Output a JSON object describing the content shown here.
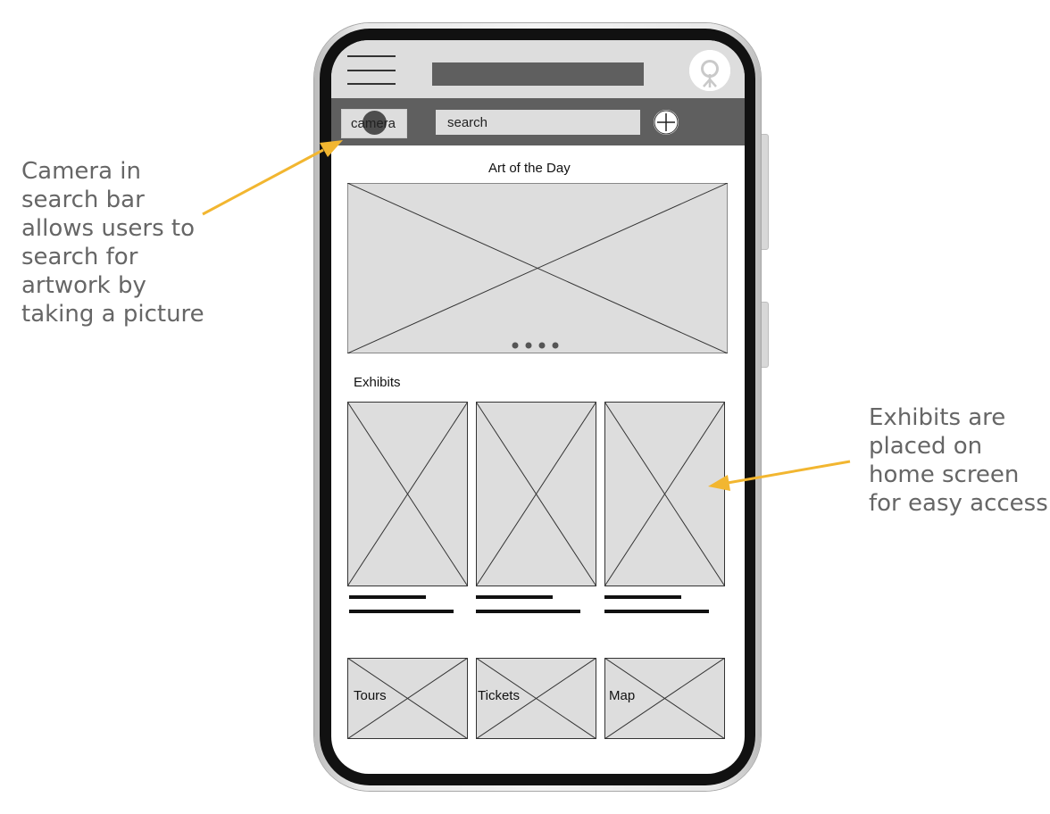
{
  "annotations": {
    "camera_note": [
      "Camera in",
      "search bar",
      "allows users to",
      "search for",
      "artwork by",
      "taking a picture"
    ],
    "exhibits_note": [
      "Exhibits are",
      "placed on",
      "home screen",
      "for easy access"
    ],
    "arrow_color": "#F2B630"
  },
  "app": {
    "search": {
      "camera_label": "camera",
      "value": "search"
    },
    "art_of_day": {
      "title": "Art of the Day",
      "carousel_pages": 4
    },
    "exhibits": {
      "title": "Exhibits",
      "count": 3
    },
    "quick_links": [
      {
        "label": "Tours"
      },
      {
        "label": "Tickets"
      },
      {
        "label": "Map"
      }
    ]
  },
  "colors": {
    "placeholder_fill": "#DDDDDD",
    "bar_dark": "#5F5F5F",
    "phone_bezel": "#111111"
  }
}
